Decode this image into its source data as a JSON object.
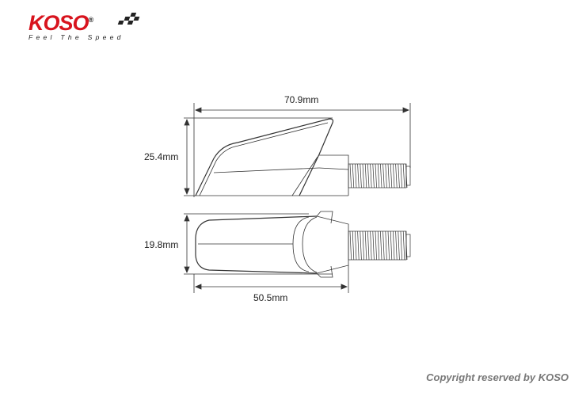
{
  "brand": {
    "logo": "KOSO",
    "registered": "®",
    "tagline": "Feel The Speed"
  },
  "dimensions": {
    "length": "70.9mm",
    "height": "25.4mm",
    "width": "19.8mm",
    "body_length": "50.5mm"
  },
  "footer": {
    "copyright": "Copyright reserved by KOSO"
  },
  "colors": {
    "brand_red": "#d8141e",
    "line": "#333333",
    "copyright": "#777777"
  }
}
